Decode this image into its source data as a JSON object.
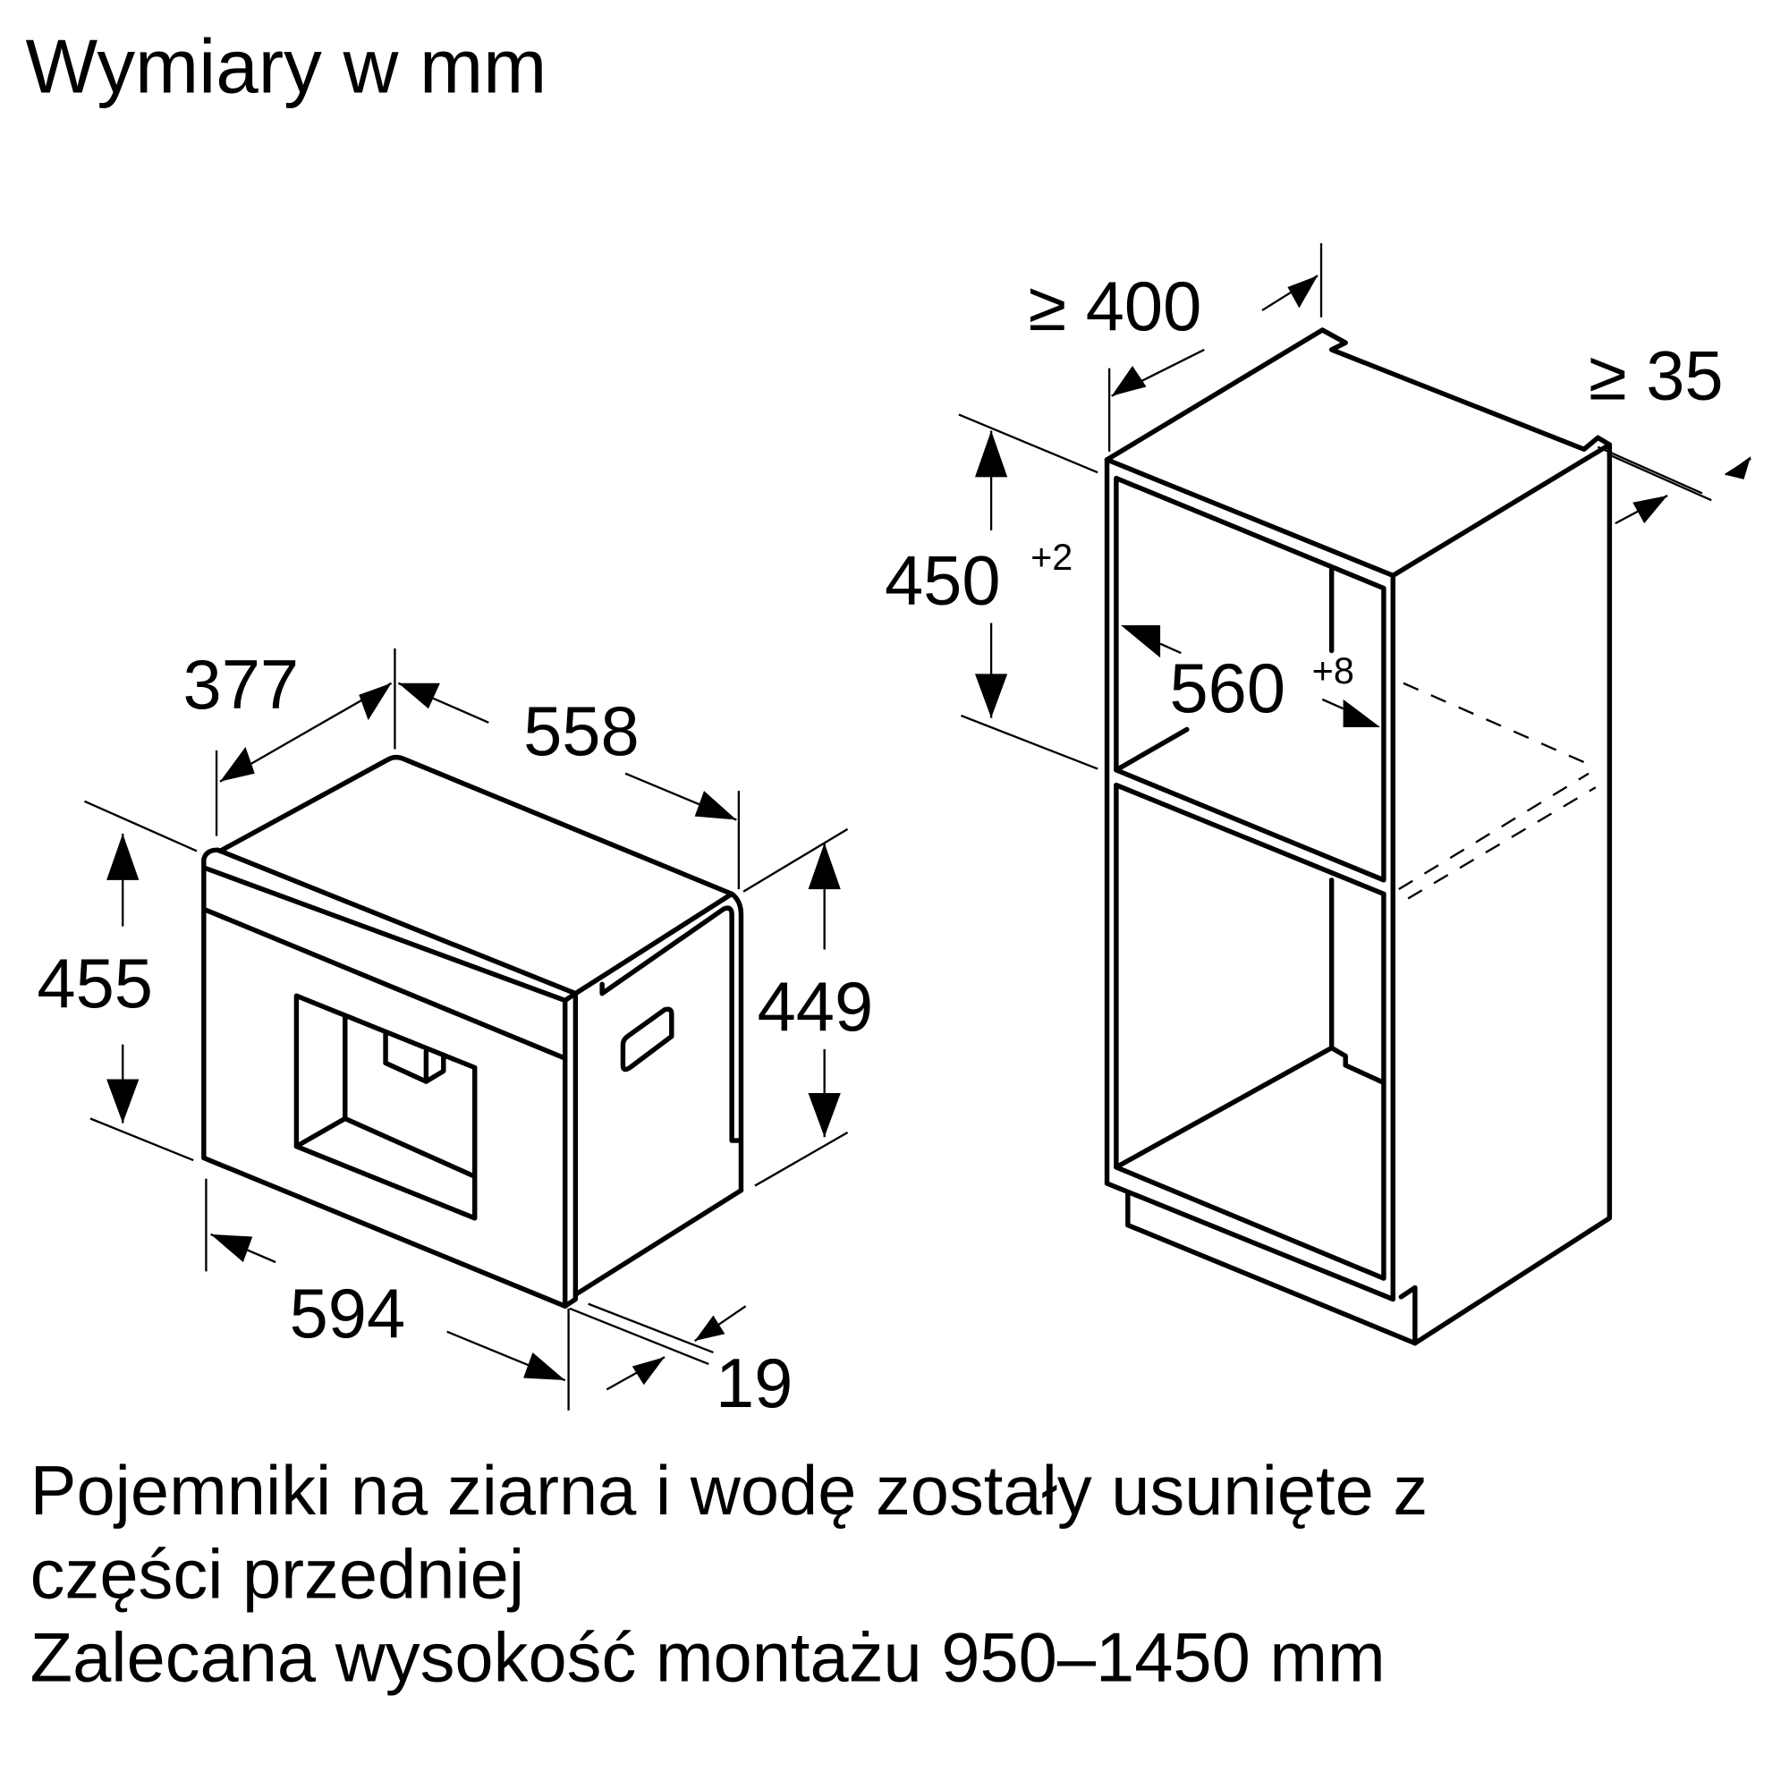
{
  "title": "Wymiary w mm",
  "appliance": {
    "dimensions": {
      "depth_front_panel": "377",
      "depth_total": "558",
      "height_front": "455",
      "height_body": "449",
      "width_front": "594",
      "front_thickness": "19"
    }
  },
  "cabinet": {
    "dimensions": {
      "min_depth": "≥ 400",
      "min_ventilation_gap": "≥ 35",
      "niche_height": "450",
      "niche_height_tolerance": "+2",
      "niche_width": "560",
      "niche_width_tolerance": "+8"
    }
  },
  "notes": {
    "line1": "Pojemniki na ziarna i wodę zostały usunięte z",
    "line2": "części przedniej",
    "line3": "Zalecana wysokość montażu 950–1450 mm"
  },
  "colors": {
    "line": "#000000",
    "background": "#ffffff"
  }
}
